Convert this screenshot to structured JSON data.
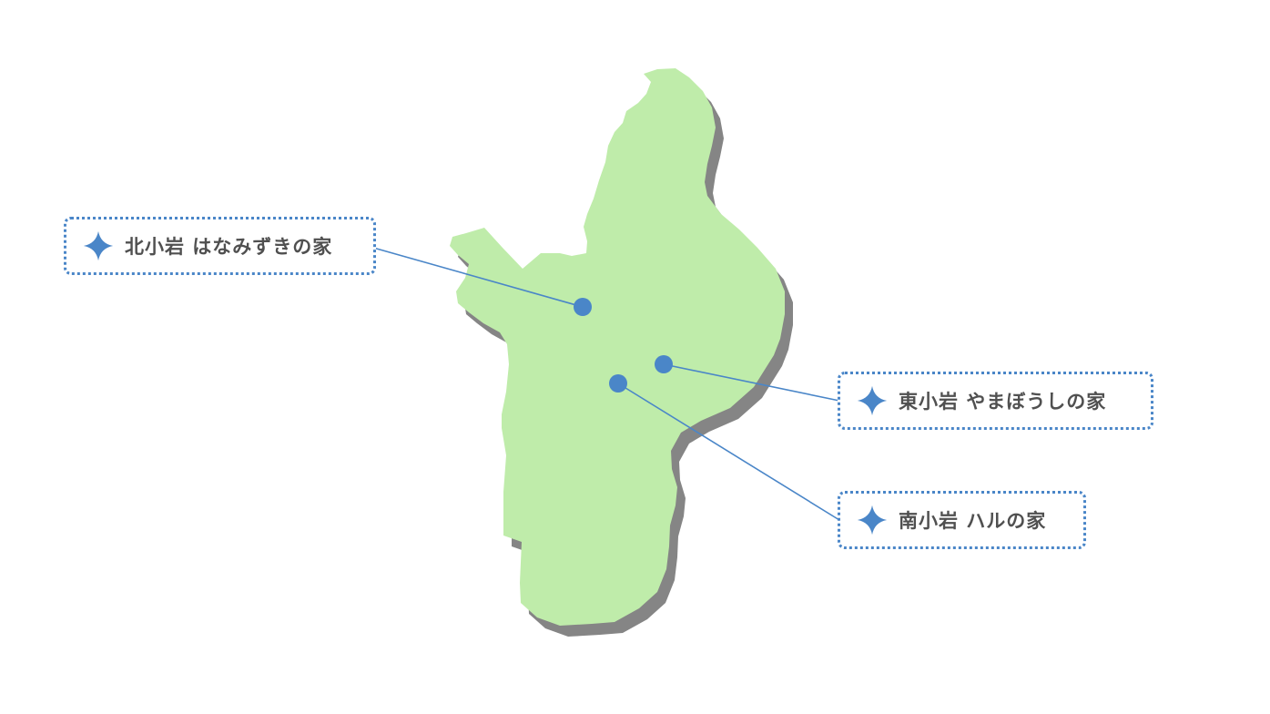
{
  "map": {
    "land_color": "#bfecaa",
    "shadow_color": "#858585",
    "marker_color": "#4a86c8",
    "line_color": "#4a86c8"
  },
  "locations": [
    {
      "id": "north",
      "label": "北小岩 はなみずきの家",
      "icon": "sparkle-icon"
    },
    {
      "id": "east",
      "label": "東小岩 やまぼうしの家",
      "icon": "sparkle-icon"
    },
    {
      "id": "south",
      "label": "南小岩 ハルの家",
      "icon": "sparkle-icon"
    }
  ]
}
